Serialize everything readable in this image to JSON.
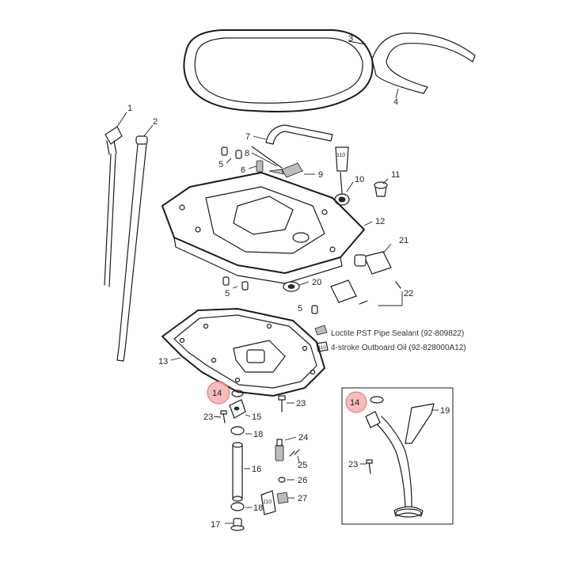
{
  "callouts": {
    "c1": "1",
    "c2": "2",
    "c3": "3",
    "c4": "4",
    "c5a": "5",
    "c5b": "5",
    "c5c": "5",
    "c6": "6",
    "c7": "7",
    "c8": "8",
    "c9": "9",
    "c10": "10",
    "c11": "11",
    "c12": "12",
    "c13": "13",
    "c14a": "14",
    "c14b": "14",
    "c15": "15",
    "c16": "16",
    "c17": "17",
    "c18a": "18",
    "c18b": "18",
    "c19": "19",
    "c20": "20",
    "c21": "21",
    "c22": "22",
    "c23a": "23",
    "c23b": "23",
    "c23c": "23",
    "c24": "24",
    "c25": "25",
    "c26": "26",
    "c27": "27"
  },
  "legend": {
    "sealant_code": "",
    "sealant_text": "Loctite PST Pipe Sealant (92-809822)",
    "oil_code": "110",
    "oil_text": "4-stroke Outboard Oil (92-828000A12)"
  },
  "tube_codes": {
    "t8": "110",
    "t26": "110"
  },
  "colors": {
    "highlight": "#f7b0b0",
    "ink": "#1c1c1c"
  }
}
